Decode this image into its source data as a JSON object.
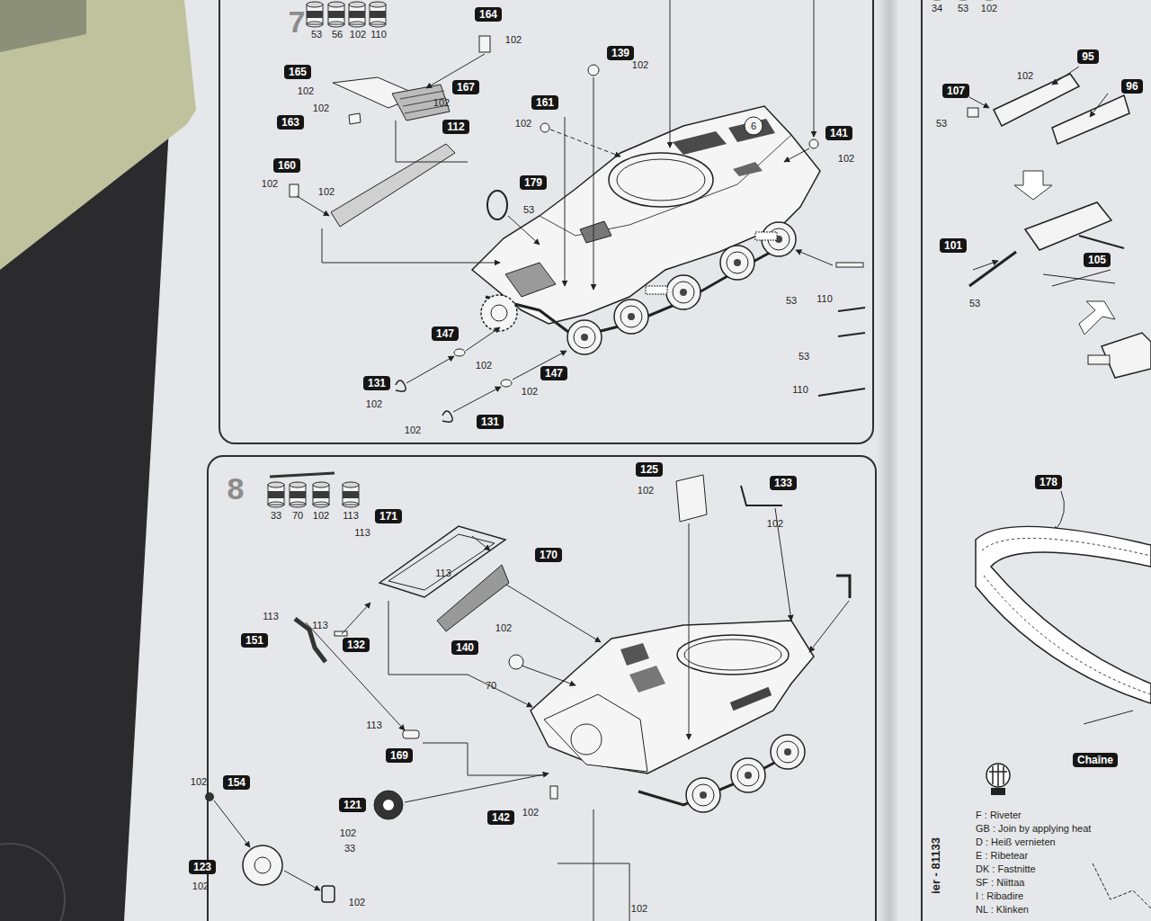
{
  "diagram": {
    "nodes": [
      {
        "text": [
          "7"
        ]
      },
      {
        "text": [
          "164"
        ],
        "in": 0
      },
      {
        "text": [
          "165"
        ],
        "in": 0
      },
      {
        "text": [
          "167"
        ],
        "in": 0
      },
      {
        "text": [
          "163"
        ],
        "in": 0
      },
      {
        "text": [
          "112"
        ],
        "in": 0
      },
      {
        "text": [
          "160"
        ],
        "in": 0
      },
      {
        "text": [
          "139"
        ],
        "in": 0
      },
      {
        "text": [
          "161"
        ],
        "in": 0
      },
      {
        "text": [
          "141"
        ],
        "in": 0
      },
      {
        "text": [
          "179"
        ],
        "in": 0
      },
      {
        "text": [
          "147"
        ],
        "in": 0
      },
      {
        "text": [
          "131"
        ],
        "in": 0
      },
      {
        "text": [
          "147"
        ],
        "in": 0
      },
      {
        "text": [
          "131"
        ],
        "in": 0
      },
      {
        "text": [
          "8"
        ]
      },
      {
        "text": [
          "171"
        ],
        "in": 15
      },
      {
        "text": [
          "170"
        ],
        "in": 15
      },
      {
        "text": [
          "151"
        ],
        "in": 15
      },
      {
        "text": [
          "132"
        ],
        "in": 15
      },
      {
        "text": [
          "140"
        ],
        "in": 15
      },
      {
        "text": [
          "169"
        ],
        "in": 15
      },
      {
        "text": [
          "125"
        ],
        "in": 15
      },
      {
        "text": [
          "133"
        ],
        "in": 15
      },
      {
        "text": [
          "121"
        ],
        "in": 15
      },
      {
        "text": [
          "154"
        ],
        "in": 15
      },
      {
        "text": [
          "123"
        ],
        "in": 15
      },
      {
        "text": [
          "142"
        ],
        "in": 15
      },
      {
        "text": [
          "107"
        ]
      },
      {
        "text": [
          "95"
        ]
      },
      {
        "text": [
          "96"
        ]
      },
      {
        "text": [
          "101"
        ]
      },
      {
        "text": [
          "105"
        ]
      },
      {
        "text": [
          "178"
        ]
      },
      {
        "text": [
          "Chaîne"
        ]
      }
    ],
    "labels": [
      "53",
      "56",
      "102",
      "110",
      "102",
      "102",
      "102",
      "102",
      "102",
      "102",
      "102",
      "102",
      "102",
      "53",
      "102",
      "102",
      "102",
      "102",
      "53",
      "110",
      "53",
      "110",
      "6",
      "33",
      "70",
      "102",
      "113",
      "113",
      "113",
      "113",
      "113",
      "102",
      "70",
      "113",
      "102",
      "102",
      "102",
      "33",
      "102",
      "102",
      "102",
      "102",
      "102",
      "34",
      "53",
      "102",
      "53",
      "102",
      "53",
      "F : Riveter",
      "GB : Join by applying heat",
      "D : Heiß vernieten",
      "E : Ribetear",
      "DK : Fastnitte",
      "SF : Niittaa",
      "I : Ribadire",
      "NL : Klinken",
      "ier - 81133"
    ]
  }
}
